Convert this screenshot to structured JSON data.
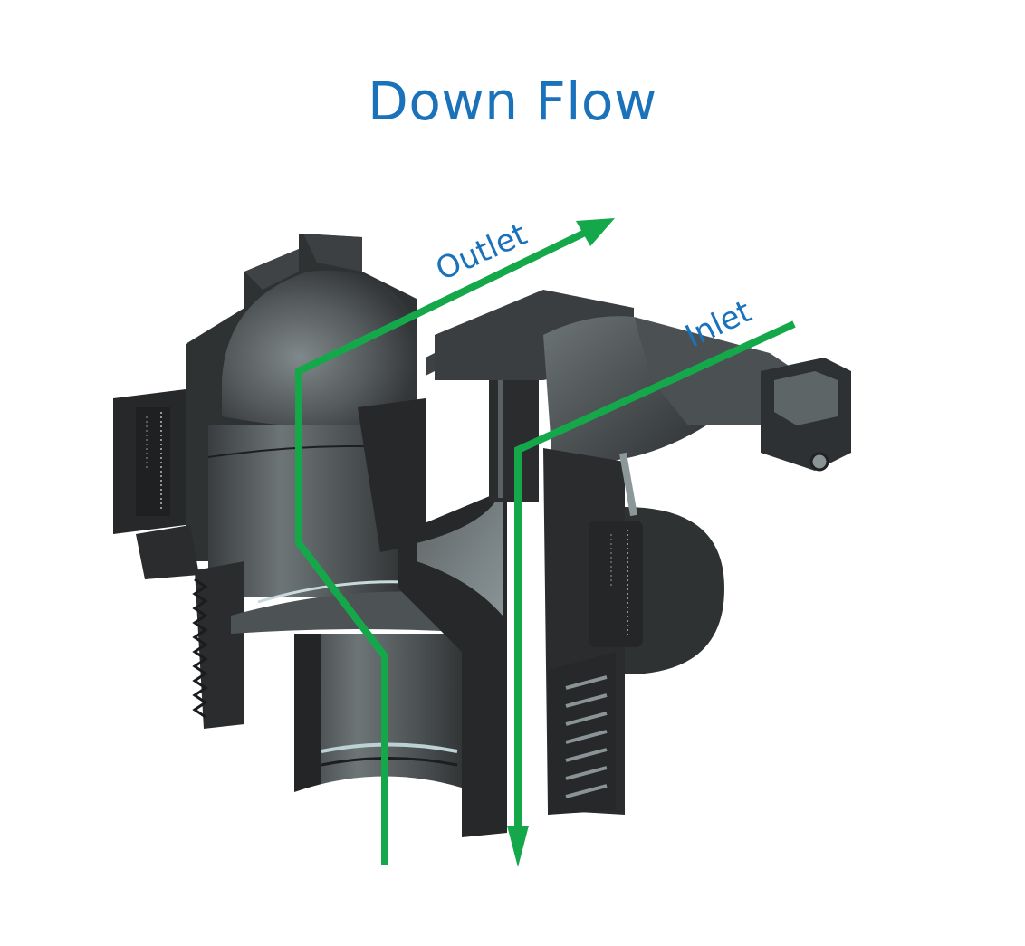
{
  "diagram": {
    "title": "Down Flow",
    "labels": {
      "outlet": "Outlet",
      "inlet": "Inlet"
    },
    "flows": [
      {
        "name": "outlet-path",
        "direction": "up-out",
        "color": "#15a84b"
      },
      {
        "name": "inlet-path",
        "direction": "in-down",
        "color": "#15a84b"
      }
    ],
    "colors": {
      "title": "#1a72bb",
      "label": "#1a72bb",
      "flow": "#15a84b",
      "body_dark": "#2b2d2e",
      "body_mid": "#4a4e50",
      "body_light": "#7d8688",
      "background": "#ffffff"
    }
  }
}
